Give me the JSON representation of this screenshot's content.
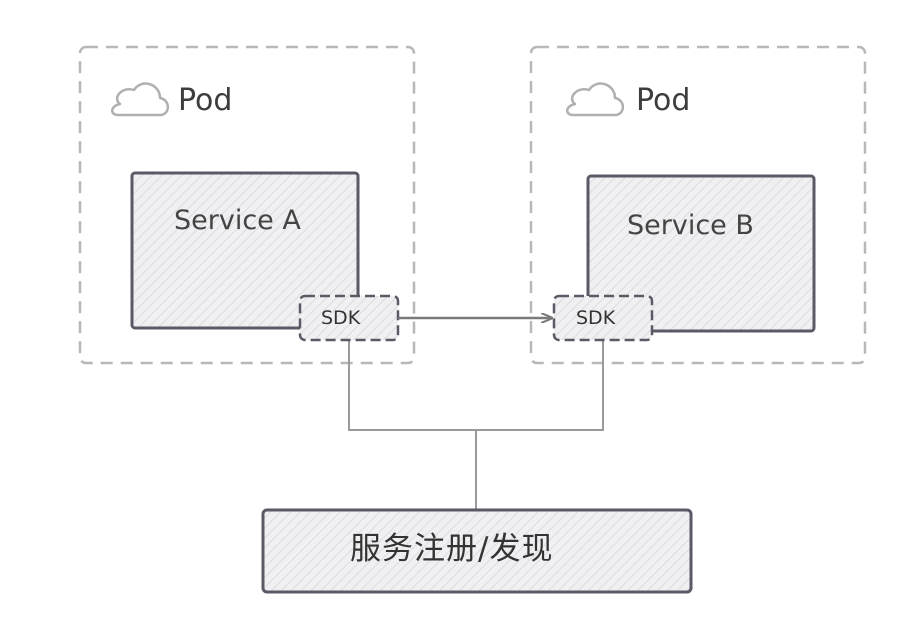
{
  "pods": [
    {
      "label": "Pod",
      "service": "Service A",
      "sdk": "SDK"
    },
    {
      "label": "Pod",
      "service": "Service B",
      "sdk": "SDK"
    }
  ],
  "registry": {
    "label": "服务注册/发现"
  },
  "icons": {
    "pod_icon": "cloud-icon"
  },
  "colors": {
    "pod_border": "#b8b8b8",
    "box_border": "#5a5a66",
    "box_fill": "#f0f0f2",
    "hatch": "#dcdce0",
    "connector": "#9a9a9a",
    "arrow": "#7a7a7a"
  }
}
